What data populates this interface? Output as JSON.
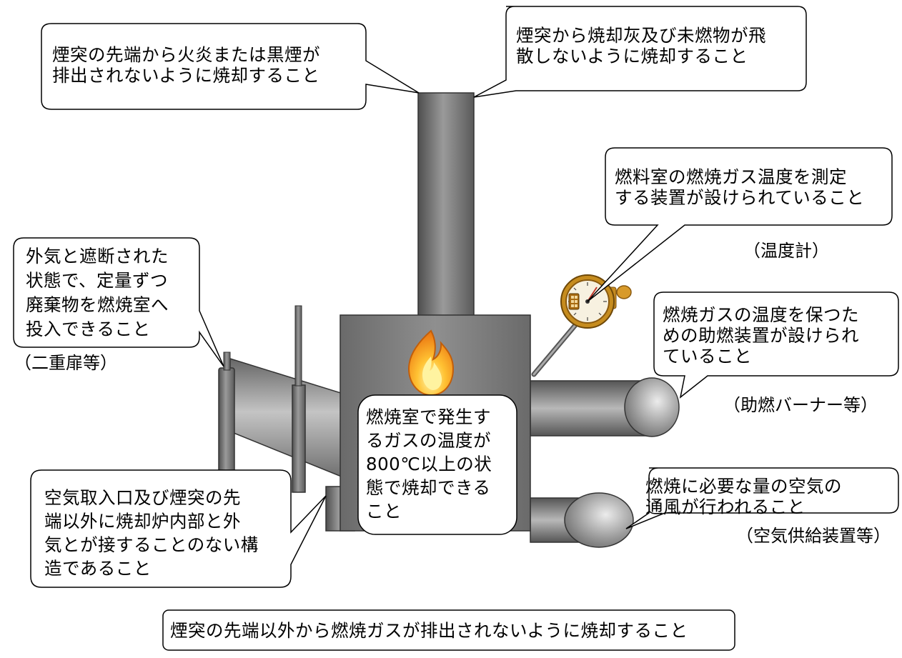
{
  "callouts": {
    "chimney_flame_smoke": {
      "lines": [
        "煙突の先端から火炎または黒煙が",
        "排出されないように焼却すること"
      ]
    },
    "chimney_ash": {
      "lines": [
        "煙突から焼却灰及び未燃物が飛",
        "散しないように焼却すること"
      ]
    },
    "temperature_measure": {
      "lines": [
        "燃料室の燃焼ガス温度を測定",
        "する装置が設けられていること"
      ]
    },
    "waste_input": {
      "lines": [
        "外気と遮断された",
        "状態で、定量ずつ",
        "廃棄物を燃焼室へ",
        "投入できること"
      ]
    },
    "auxiliary_burner": {
      "lines": [
        "燃焼ガスの温度を保つた",
        "めの助燃装置が設けられ",
        "ていること"
      ]
    },
    "combustion_chamber": {
      "lines": [
        "燃焼室で発生す",
        "るガスの温度が",
        "800℃以上の状",
        "態で焼却できる",
        "こと"
      ]
    },
    "air_supply": {
      "lines": [
        "燃焼に必要な量の空気の",
        "通風が行われること"
      ]
    },
    "airtight_structure": {
      "lines": [
        "空気取入口及び煙突の先",
        "端以外に焼却炉内部と外",
        "気とが接することのない構",
        "造であること"
      ]
    },
    "gas_exhaust": {
      "lines": [
        "煙突の先端以外から燃焼ガスが排出されないように焼却すること"
      ]
    }
  },
  "labels": {
    "thermometer": "（温度計）",
    "double_door": "（二重扉等）",
    "burner": "（助燃バーナー等）",
    "air_supply_device": "（空気供給装置等）"
  },
  "colors": {
    "metal_dark": "#4a4a4a",
    "metal_mid": "#808080",
    "metal_light": "#c8c8c8",
    "flame_outer": "#f08a1c",
    "flame_inner": "#ffd23c",
    "gauge_rim": "#b07a10",
    "callout_fill": "#ffffff",
    "callout_stroke": "#000000"
  }
}
